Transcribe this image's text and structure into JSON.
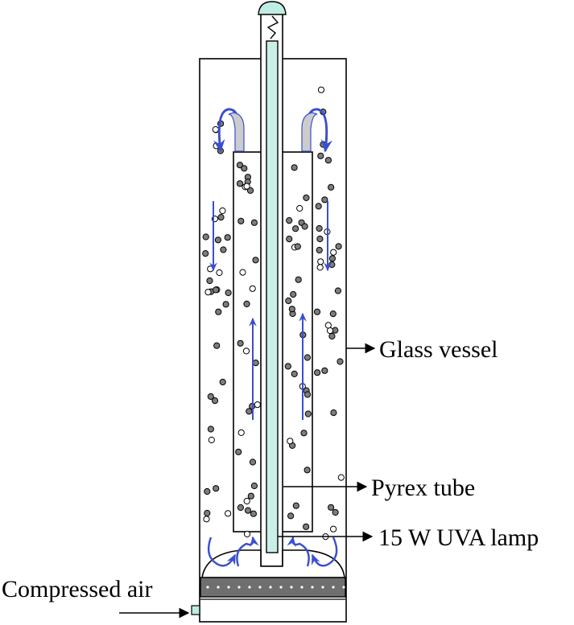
{
  "labels": {
    "glass_vessel": "Glass vessel",
    "pyrex_tube": "Pyrex tube",
    "uva_lamp": "15 W UVA lamp",
    "compressed_air": "Compressed air"
  },
  "colors": {
    "lamp_fill": "#c9f0e6",
    "cap_fill": "#bfece3",
    "flow_arrow": "#3a4fd0",
    "diffuser_band": "#6f6f6f",
    "bubble_grey": "#7d7d7d",
    "inlet": "#bfece3"
  },
  "components": [
    "glass-vessel",
    "pyrex-tube",
    "uva-lamp",
    "air-diffuser",
    "air-inlet"
  ]
}
